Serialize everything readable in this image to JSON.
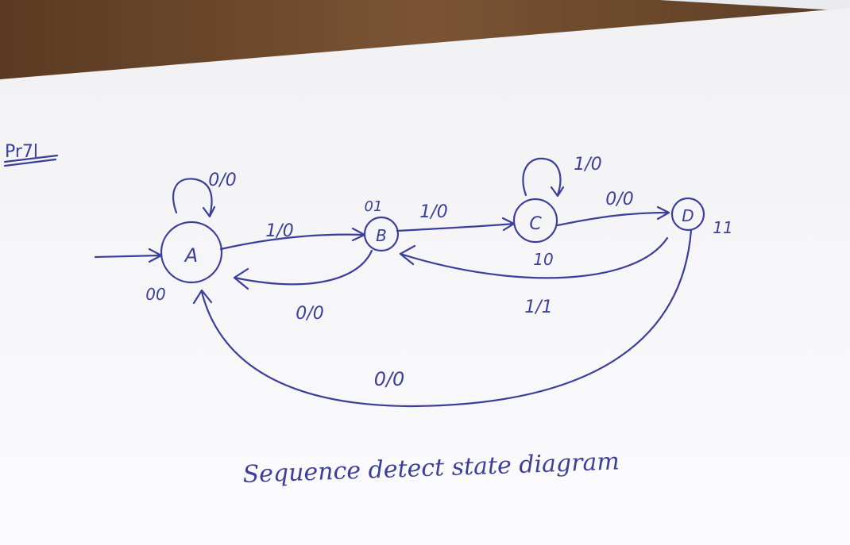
{
  "page_note": "Pr7l",
  "caption": "Sequence detect state diagram",
  "states": [
    {
      "id": "A",
      "name": "A",
      "code": "00"
    },
    {
      "id": "B",
      "name": "B",
      "code": "01"
    },
    {
      "id": "C",
      "name": "C",
      "code": "10"
    },
    {
      "id": "D",
      "name": "D",
      "code": "11"
    }
  ],
  "transitions": [
    {
      "from": "start",
      "to": "A",
      "label": ""
    },
    {
      "from": "A",
      "to": "A",
      "label": "0/0"
    },
    {
      "from": "A",
      "to": "B",
      "label": "1/0"
    },
    {
      "from": "B",
      "to": "A",
      "label": "0/0"
    },
    {
      "from": "B",
      "to": "C",
      "label": "1/0"
    },
    {
      "from": "C",
      "to": "C",
      "label": "1/0"
    },
    {
      "from": "C",
      "to": "D",
      "label": "0/0"
    },
    {
      "from": "D",
      "to": "B",
      "label": "1/1"
    },
    {
      "from": "D",
      "to": "A",
      "label": "0/0"
    }
  ],
  "colors": {
    "ink": "#3b3f9a",
    "paper": "#f7f7f9",
    "desk": "#6b4a2e"
  }
}
